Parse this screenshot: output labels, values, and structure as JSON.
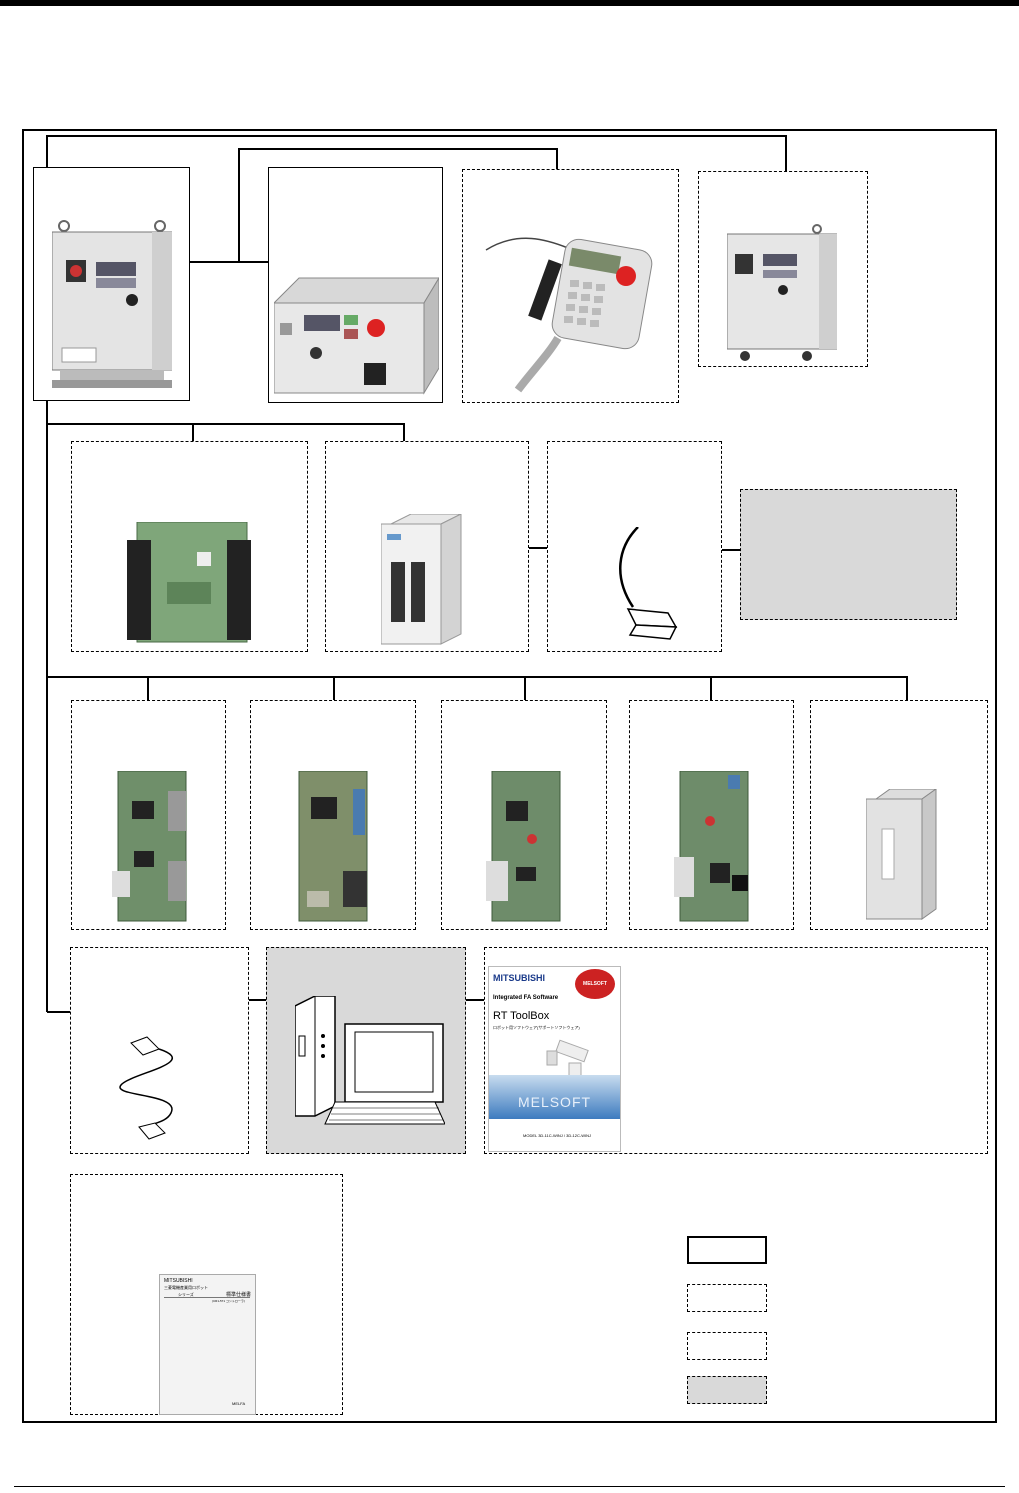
{
  "legend": {
    "items": [
      {
        "style": "solid"
      },
      {
        "style": "dash-dot"
      },
      {
        "style": "dashed"
      },
      {
        "style": "grey-fill"
      }
    ]
  },
  "manual": {
    "brand": "MITSUBISHI",
    "subtitle": "三菱電機産業用ロボット",
    "series": "シリーズ",
    "title": "標準仕様書",
    "controller": "(CR1-571 コントローラ)",
    "footer": "MELFA"
  },
  "software_cover": {
    "brand": "MITSUBISHI",
    "category": "Integrated FA Software",
    "product": "RT ToolBox",
    "product_sub": "ロボット用ソフトウェア(サポートソフトウェア)",
    "logo": "MELSOFT",
    "band": "MELSOFT",
    "model": "MODEL 3D-11C-WINJ / 3D-12C-WINJ"
  },
  "colors": {
    "grey_fill": "#d9d9d9",
    "line": "#000000"
  }
}
